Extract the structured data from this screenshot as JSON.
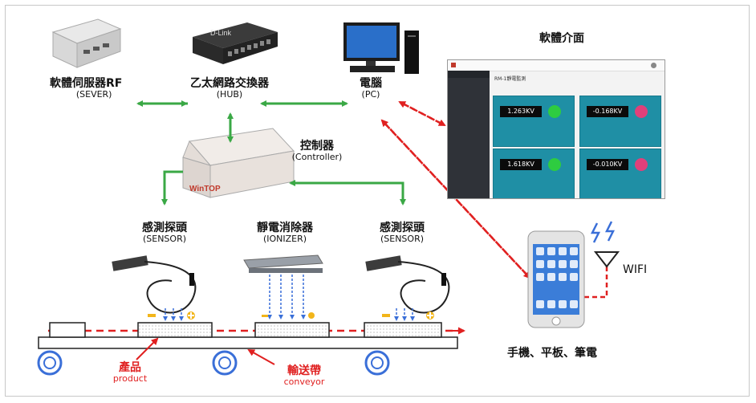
{
  "nodes": {
    "server": {
      "zh": "軟體伺服器RF",
      "en": "(SEVER)"
    },
    "hub": {
      "zh": "乙太網路交換器",
      "en": "(HUB)"
    },
    "pc": {
      "zh": "電腦",
      "en": "(PC)"
    },
    "software": {
      "zh": "軟體介面"
    },
    "controller": {
      "zh": "控制器",
      "en": "(Controller)"
    },
    "sensor_left": {
      "zh": "感測探頭",
      "en": "(SENSOR)"
    },
    "ionizer": {
      "zh": "靜電消除器",
      "en": "(IONIZER)"
    },
    "sensor_right": {
      "zh": "感測探頭",
      "en": "(SENSOR)"
    },
    "wifi": {
      "label": "WIFI"
    },
    "mobile": {
      "zh": "手機、平板、筆電"
    },
    "product": {
      "zh": "產品",
      "en": "product"
    },
    "conveyor": {
      "zh": "輸送帶",
      "en": "conveyor"
    }
  },
  "device_text": {
    "switch_brand": "D-Link",
    "controller_brand": "WinTOP"
  },
  "software_ui": {
    "page_title": "RM-1靜電監測",
    "readings": [
      "1.263KV",
      "-0.168KV",
      "1.618KV",
      "-0.010KV"
    ],
    "indicator_colors": [
      "#2ecc40",
      "#e0407a",
      "#2ecc40",
      "#e0407a"
    ]
  },
  "colors": {
    "link_green": "#3aa845",
    "link_red": "#e02020",
    "ion_blue": "#3a6fd8",
    "charge_yellow": "#f2b51a"
  }
}
